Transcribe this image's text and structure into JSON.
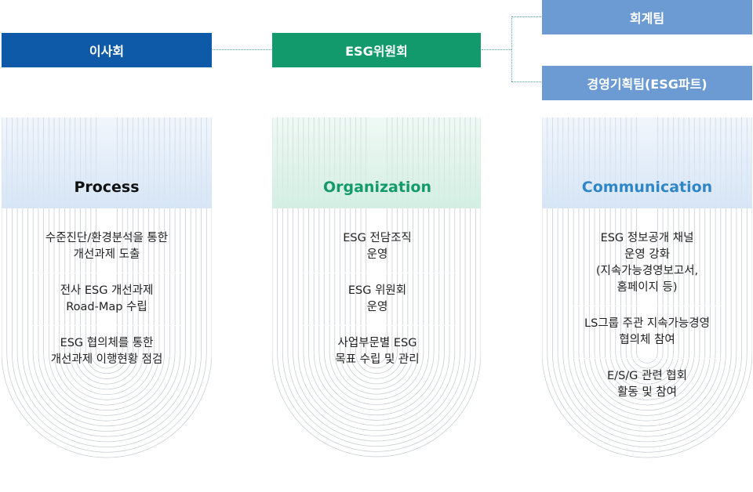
{
  "org": {
    "board": "이사회",
    "committee": "ESG위원회",
    "teams": [
      "회계팀",
      "경영기획팀(ESG파트)"
    ]
  },
  "pillars": [
    {
      "title": "Process",
      "items": [
        "수준진단/환경분석을 통한\n개선과제 도출",
        "전사 ESG 개선과제\nRoad-Map 수립",
        "ESG 협의체를 통한\n개선과제 이행현황 점검"
      ]
    },
    {
      "title": "Organization",
      "items": [
        "ESG 전담조직\n운영",
        "ESG 위원회\n운영",
        "사업부문별 ESG\n목표 수립 및 관리"
      ]
    },
    {
      "title": "Communication",
      "items": [
        "ESG 정보공개 채널\n운영 강화\n(지속가능경영보고서,\n홈페이지 등)",
        "LS그룹 주관 지속가능경영\n협의체 참여",
        "E/S/G 관련 협회\n활동 및 참여"
      ]
    }
  ],
  "colors": {
    "board": "#0f5aa8",
    "committee": "#129a6c",
    "teams": "#6b9bd2",
    "process_band": "#d7e6f6",
    "organization_band": "#d4efe3",
    "communication_band": "#d7e6f6"
  }
}
